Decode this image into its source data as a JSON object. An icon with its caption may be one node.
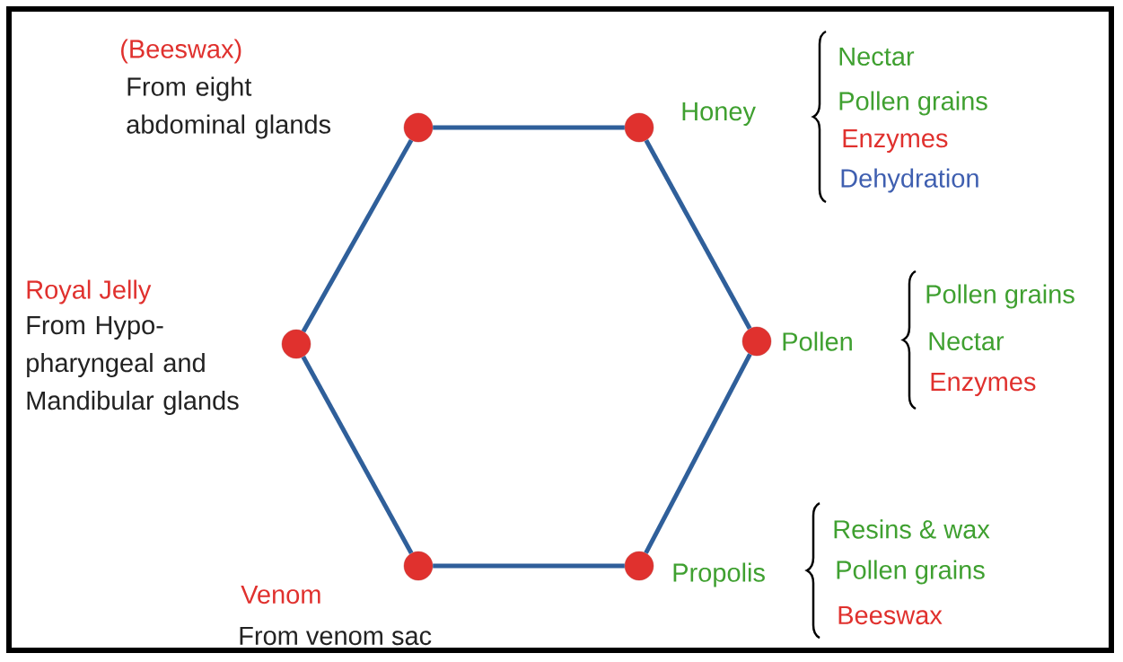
{
  "diagram": {
    "nodes": [
      {
        "text": [],
        "shape": "circle",
        "beside": [
          "(Beeswax)",
          "From eight abdominal glands"
        ]
      },
      {
        "text": [],
        "shape": "circle",
        "beside": [
          "Honey"
        ]
      },
      {
        "text": [],
        "shape": "circle",
        "beside": [
          "Pollen"
        ]
      },
      {
        "text": [],
        "shape": "circle",
        "beside": [
          "Propolis"
        ]
      },
      {
        "text": [],
        "shape": "circle",
        "beside": [
          "Venom",
          "From venom sac"
        ]
      },
      {
        "text": [],
        "shape": "circle",
        "beside": [
          "Royal Jelly",
          "From Hypo- pharyngeal and Mandibular glands"
        ]
      }
    ],
    "edges": [
      {
        "from": 0,
        "to": 1,
        "arrow": "none"
      },
      {
        "from": 1,
        "to": 2,
        "arrow": "none"
      },
      {
        "from": 2,
        "to": 3,
        "arrow": "none"
      },
      {
        "from": 3,
        "to": 4,
        "arrow": "none"
      },
      {
        "from": 4,
        "to": 5,
        "arrow": "none"
      },
      {
        "from": 5,
        "to": 0,
        "arrow": "none"
      }
    ],
    "labels": [
      "Nectar",
      "Pollen grains",
      "Enzymes",
      "Dehydration",
      "Pollen grains",
      "Nectar",
      "Enzymes",
      "Resins & wax",
      "Pollen grains",
      "Beeswax"
    ]
  }
}
